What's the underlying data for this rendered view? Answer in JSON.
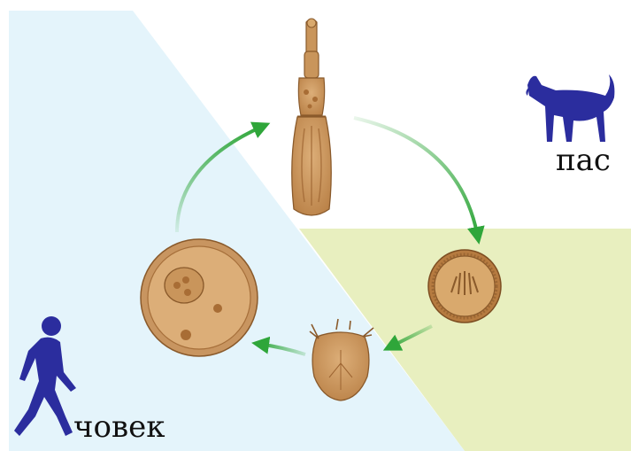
{
  "labels": {
    "dog": "пас",
    "human": "човек"
  },
  "icons": {
    "dog": "dog-silhouette-icon",
    "human": "walking-person-icon"
  },
  "colors": {
    "human_region": "#e4f4fb",
    "dog_region": "#e8efbf",
    "arrow": "#2fa63a",
    "silhouette": "#2b2d9e",
    "organism_fill": "#c9955b",
    "organism_outline": "#8a5a2b"
  },
  "stages": [
    {
      "name": "adult-tapeworm"
    },
    {
      "name": "egg"
    },
    {
      "name": "oncosphere"
    },
    {
      "name": "hydatid-cyst"
    }
  ]
}
